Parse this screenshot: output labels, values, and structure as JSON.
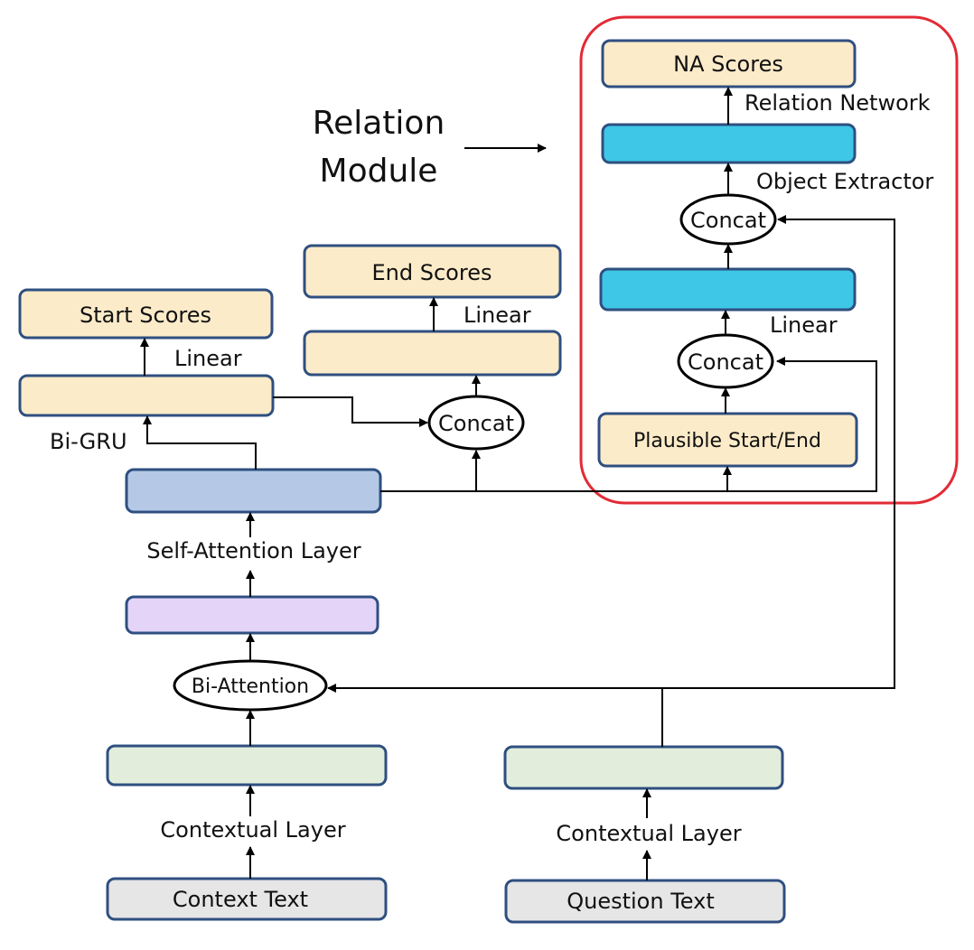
{
  "colors": {
    "score": "#fcebc9",
    "blue": "#b5c9e6",
    "purple": "#e3d4f8",
    "green": "#e2eedb",
    "gray": "#e6e6e6",
    "cyan": "#3ec7e6",
    "border": "#2f4f80",
    "module_border": "#e22a35",
    "line": "#000000"
  },
  "boxes": {
    "na_scores": "NA Scores",
    "end_scores": "End Scores",
    "start_scores": "Start Scores",
    "plausible": "Plausible Start/End",
    "context_text": "Context Text",
    "question_text": "Question Text"
  },
  "ellipses": {
    "concat_top": "Concat",
    "concat_mid": "Concat",
    "concat_end": "Concat",
    "bi_attention": "Bi-Attention"
  },
  "labels": {
    "relation_network": "Relation Network",
    "object_extractor": "Object Extractor",
    "linear_module": "Linear",
    "linear_end": "Linear",
    "linear_start": "Linear",
    "bi_gru": "Bi-GRU",
    "self_attention": "Self-Attention Layer",
    "contextual_left": "Contextual Layer",
    "contextual_right": "Contextual Layer",
    "relation_line1": "Relation",
    "relation_line2": "Module"
  }
}
